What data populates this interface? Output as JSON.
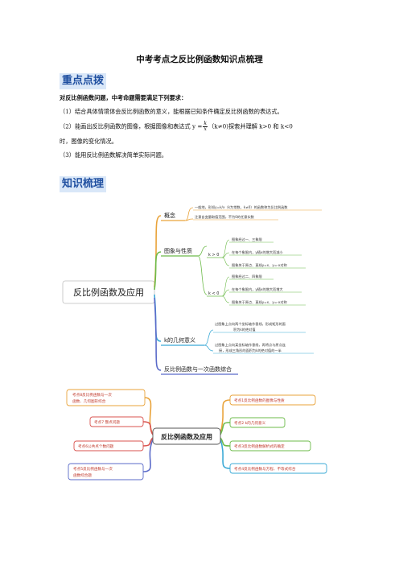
{
  "title": "中考考点之反比例函数知识点梳理",
  "section1": {
    "heading": "重点点拨",
    "lead": "对反比例函数问题，中考命题需要满足下列要求：",
    "item1": "（1）结合具体情境体会反比例函数的意义，能根据已知条件确定反比例函数的表达式。",
    "item2_pre": "（2）能画出反比例函数的图像，根据图像和表达式 y =",
    "frac_num": "k",
    "frac_den": "x",
    "item2_post": "（k≠0)探索并理解 k>0 和 k<0",
    "item2_cont": "时，图像的变化情况。",
    "item3": "（3）能用反比例函数解决简单实际问题。"
  },
  "section2": {
    "heading": "知识梳理"
  },
  "mindmap1": {
    "root": "反比例函数及应用",
    "concept": {
      "label": "概念",
      "notes": [
        "一般地，形如y=k/x（k为常数，k≠0）的函数称为反比例函数",
        "注意自变量取值范围，不为0的任意实数"
      ]
    },
    "props": {
      "label": "图象与性质",
      "pos": {
        "label": "k > 0",
        "notes": [
          "图象经过一、三象限",
          "在每个象限内，y随x的增大而减小",
          "图象关于原点、直线y=x、y=-x对称"
        ]
      },
      "neg": {
        "label": "k < 0",
        "notes": [
          "图象经过二、四象限",
          "在每个象限内，y随x的增大而增大",
          "图象关于原点、直线y=x、y=-x对称"
        ]
      }
    },
    "geometry": {
      "label": "k的几何意义",
      "notes": [
        [
          "过图象上点向两个坐标轴作垂线，形成矩形的面",
          "积为k的绝对值"
        ],
        [
          "过图象上点向某坐标轴作垂线，再将点与原点连",
          "接，形成三角形的面积为k的绝对值的一半"
        ]
      ]
    },
    "combo": {
      "label": "反比例函数与一次函数综合"
    }
  },
  "mindmap2": {
    "center": "反比例函数及应用",
    "left": [
      [
        "考点8反比例函数与一次",
        "函数、几何图形综合"
      ],
      [
        "考点7 整点问题"
      ],
      [
        "考点6公共点个数问题"
      ],
      [
        "考点5反比例函数与一次",
        "函数综合题"
      ]
    ],
    "right": [
      "考点1反比例函数的图像与性质",
      "考点2 k的几何意义",
      "考点3反比例函数解析式的确定",
      "考点4反比例函数与方程、不等式综合"
    ]
  }
}
